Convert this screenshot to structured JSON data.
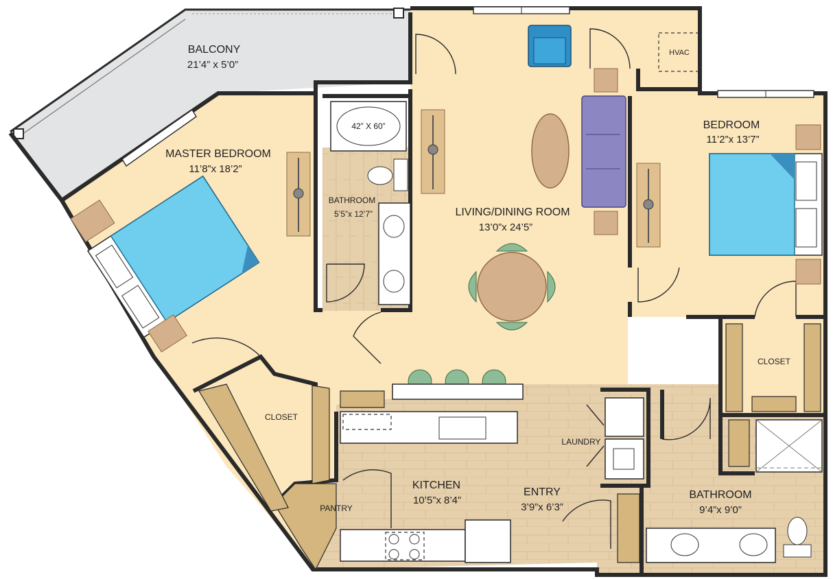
{
  "rooms": {
    "balcony": {
      "name": "BALCONY",
      "dims": "21’4” x 5’0”"
    },
    "master_bedroom": {
      "name": "MASTER BEDROOM",
      "dims": "11’8”x 18’2”"
    },
    "master_bathroom": {
      "name": "BATHROOM",
      "dims": "5’5”x 12’7”"
    },
    "tub_size": "42” X 60”",
    "living_dining": {
      "name": "LIVING/DINING ROOM",
      "dims": "13’0”x 24’5”"
    },
    "hvac": "HVAC",
    "bedroom": {
      "name": "BEDROOM",
      "dims": "11’2”x 13’7”"
    },
    "master_closet": "CLOSET",
    "bedroom_closet": "CLOSET",
    "laundry": "LAUNDRY",
    "kitchen": {
      "name": "KITCHEN",
      "dims": "10’5”x 8’4”"
    },
    "pantry": "PANTRY",
    "entry": {
      "name": "ENTRY",
      "dims": "3’9”x 6’3”"
    },
    "bathroom": {
      "name": "BATHROOM",
      "dims": "9’4”x 9’0”"
    }
  },
  "colors": {
    "room_fill": "#FCE7BD",
    "balcony_fill": "#E3E4E5",
    "floor_wood": "#E5CFAA",
    "bed_blue": "#6FCDEE",
    "sofa_purple": "#8C86C3",
    "chair_green": "#8DBC97",
    "table_tan": "#D5B08D",
    "cabinet_tan": "#D4B67E"
  }
}
